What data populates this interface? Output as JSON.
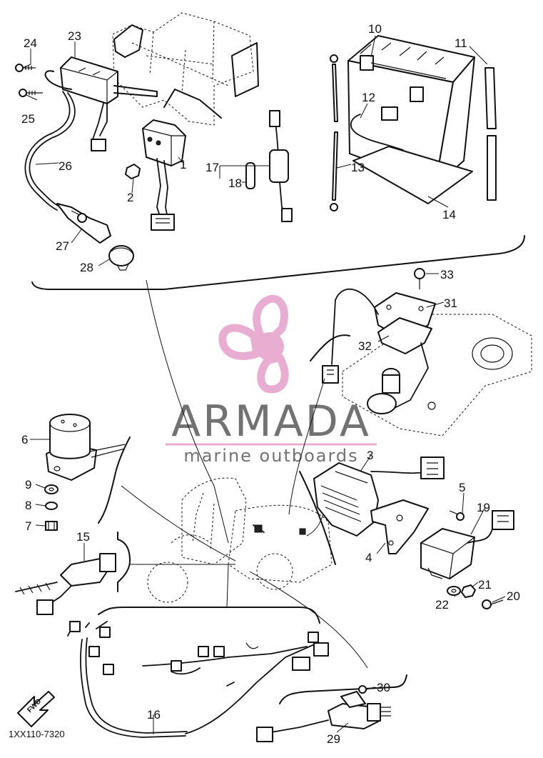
{
  "drawing_code": "1XX110-7320",
  "front_marker": "FWD",
  "watermark": {
    "brand": "ARMADA",
    "tagline": "marine outboards",
    "primary_color": "#e8a9d0",
    "text_color": "#6b6b6b"
  },
  "callouts": [
    "1",
    "2",
    "3",
    "4",
    "5",
    "6",
    "7",
    "8",
    "9",
    "10",
    "11",
    "12",
    "13",
    "14",
    "15",
    "16",
    "17",
    "18",
    "19",
    "20",
    "21",
    "22",
    "23",
    "24",
    "25",
    "26",
    "27",
    "28",
    "29",
    "30",
    "31",
    "32",
    "33"
  ]
}
